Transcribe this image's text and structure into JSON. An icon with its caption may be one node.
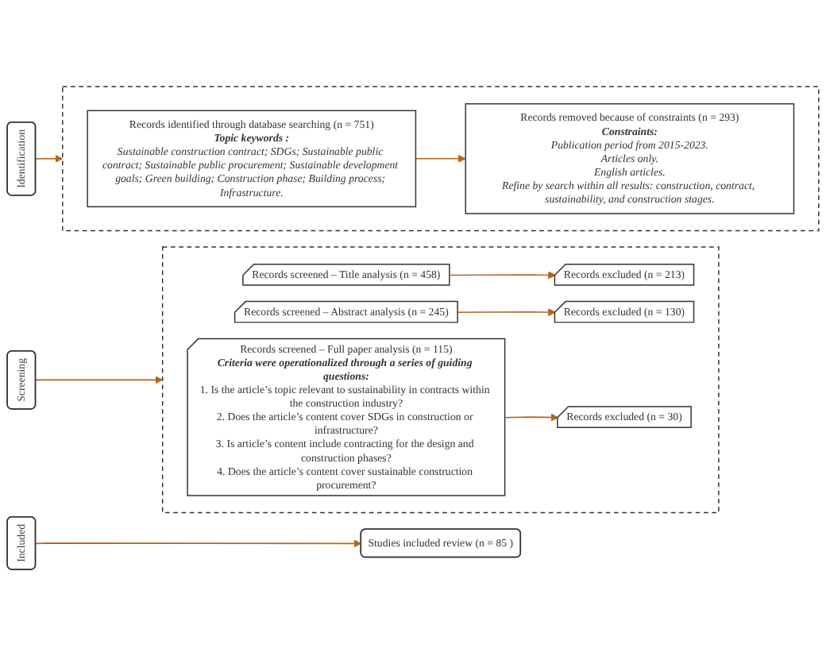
{
  "diagram": {
    "nodes": [
      {
        "text": [
          "Identification"
        ]
      },
      {
        "text": [],
        "shape": "box"
      },
      {
        "text": [
          "Records identified through database searching (n = 751)",
          "Topic keywords :",
          "Sustainable construction contract; SDGs; Sustainable public contract; Sustainable public procurement; Sustainable development goals; Green building; Construction phase; Building process; Infrastructure."
        ],
        "in": 1
      },
      {
        "text": [
          "Records removed because of constraints (n = 293)",
          "Constraints:",
          "Publication period from 2015-2023.",
          "Articles only.",
          "English articles.",
          "Refine by search within all results: construction, contract, sustainability, and construction stages."
        ],
        "in": 1
      },
      {
        "text": [
          "Screening"
        ]
      },
      {
        "text": [],
        "shape": "box"
      },
      {
        "text": [
          "Records screened – Title analysis (n = 458)"
        ],
        "in": 5
      },
      {
        "text": [
          "Records excluded (n = 213)"
        ],
        "in": 5
      },
      {
        "text": [
          "Records screened – Abstract analysis (n = 245)"
        ],
        "in": 5
      },
      {
        "text": [
          "Records excluded (n = 130)"
        ],
        "in": 5
      },
      {
        "text": [
          "Records screened – Full paper analysis (n = 115)",
          "Criteria were operationalized through a series of guiding questions:",
          "1. Is the article’s topic relevant to sustainability in contracts within the construction industry?",
          "2. Does the article’s content cover SDGs in construction or infrastructure?",
          "3. Is article’s content include contracting for the design and construction phases?",
          "4. Does the article’s content cover sustainable construction procurement?"
        ],
        "in": 5
      },
      {
        "text": [
          "Records excluded (n = 30)"
        ],
        "in": 5
      },
      {
        "text": [
          "Included"
        ]
      },
      {
        "text": [
          "Studies included review (n = 85 )"
        ]
      }
    ],
    "edges": [
      {
        "from": 0,
        "to": 1,
        "arrow": "to"
      },
      {
        "from": 2,
        "to": 3,
        "arrow": "to"
      },
      {
        "from": 4,
        "to": 5,
        "arrow": "to"
      },
      {
        "from": 6,
        "to": 7,
        "arrow": "to"
      },
      {
        "from": 8,
        "to": 9,
        "arrow": "to"
      },
      {
        "from": 10,
        "to": 11,
        "arrow": "to"
      },
      {
        "from": 12,
        "to": 13,
        "arrow": "to"
      }
    ]
  }
}
